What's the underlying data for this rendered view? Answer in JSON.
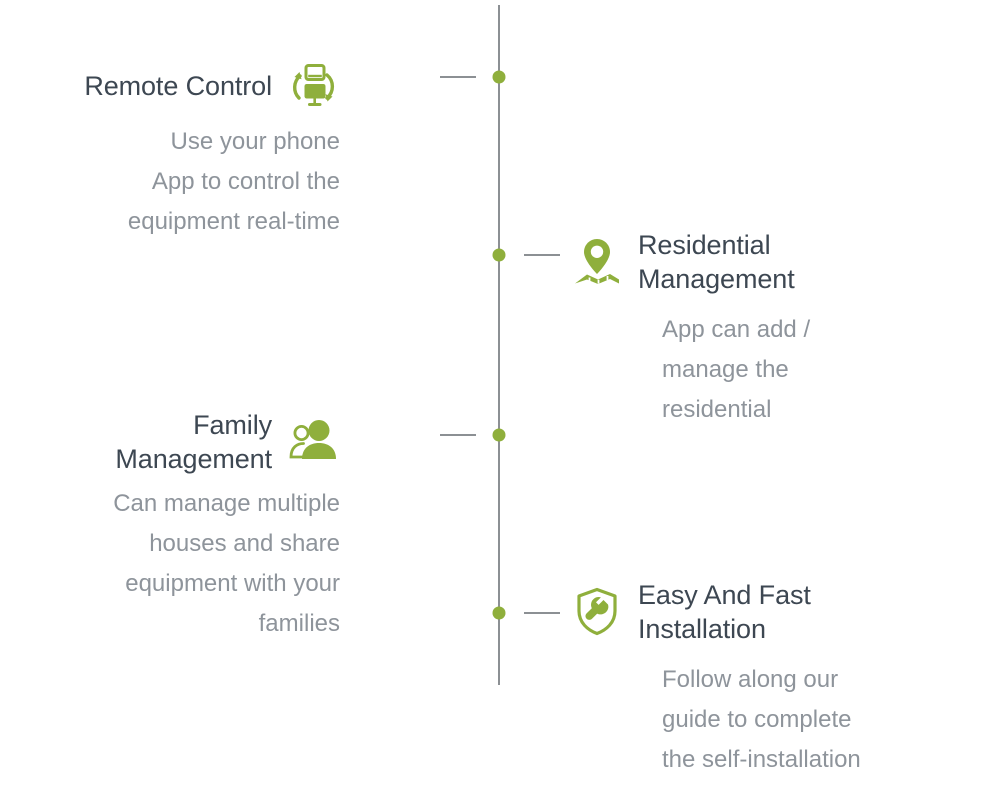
{
  "page": {
    "background": "#ffffff",
    "accent_color": "#8FAF3C",
    "title_color": "#3d4752",
    "body_color": "#8e949b",
    "line_color": "#8c9094"
  },
  "timeline": {
    "orientation": "vertical",
    "node_count": 4
  },
  "items": [
    {
      "id": "remote-control",
      "side": "left",
      "title": "Remote Control",
      "description": "Use your phone\nApp to control the\nequipment real-time",
      "icon": "remote-sync-devices-icon"
    },
    {
      "id": "residential-management",
      "side": "right",
      "title": "Residential\nManagement",
      "description": "App can add /\nmanage the\nresidential",
      "icon": "map-pin-location-icon"
    },
    {
      "id": "family-management",
      "side": "left",
      "title": "Family\nManagement",
      "description": "Can manage multiple\nhouses and share\nequipment with your\nfamilies",
      "icon": "two-people-group-icon"
    },
    {
      "id": "easy-fast-installation",
      "side": "right",
      "title": "Easy And Fast\nInstallation",
      "description": "Follow along our\nguide to complete\nthe self-installation",
      "icon": "shield-wrench-icon"
    }
  ]
}
